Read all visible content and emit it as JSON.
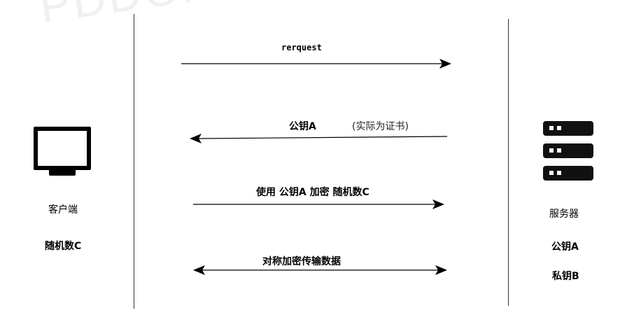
{
  "watermark": "PDDON",
  "client": {
    "label": "客户端",
    "secret": "随机数C"
  },
  "server": {
    "label": "服务器",
    "keys": [
      "公钥A",
      "私钥B"
    ]
  },
  "messages": [
    {
      "text": "rerquest",
      "direction": "client-to-server"
    },
    {
      "text": "公钥A",
      "note": "(实际为证书)",
      "direction": "server-to-client"
    },
    {
      "text": "使用 公钥A 加密 随机数C",
      "direction": "client-to-server"
    },
    {
      "text": "对称加密传输数据",
      "direction": "bidirectional"
    }
  ],
  "icons": {
    "client": "monitor-icon",
    "server": "server-rack-icon"
  }
}
